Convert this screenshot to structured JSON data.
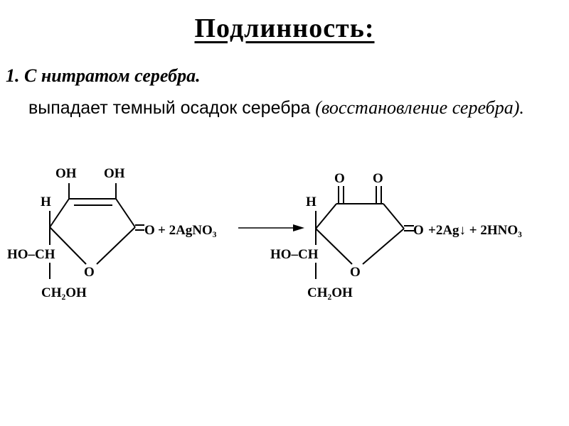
{
  "slide": {
    "title": "Подлинность:",
    "point": "1. С нитратом серебра.",
    "description": "выпадает темный осадок серебра",
    "description_paren": "(восстановление серебра)."
  },
  "reaction": {
    "reactant": {
      "oh_left": "OH",
      "oh_right": "OH",
      "h": "H",
      "ho_ch": "HO–CH",
      "ring_o": "O",
      "ch2oh": "CH₂OH",
      "carbonyl_o": "O"
    },
    "reagent": "+ 2AgNO₃",
    "product": {
      "o_left": "O",
      "o_right": "O",
      "h": "H",
      "ho_ch": "HO–CH",
      "ring_o": "O",
      "ch2oh": "CH₂OH",
      "carbonyl_o": "O"
    },
    "byproducts": "+2Ag↓ + 2HNO₃"
  }
}
